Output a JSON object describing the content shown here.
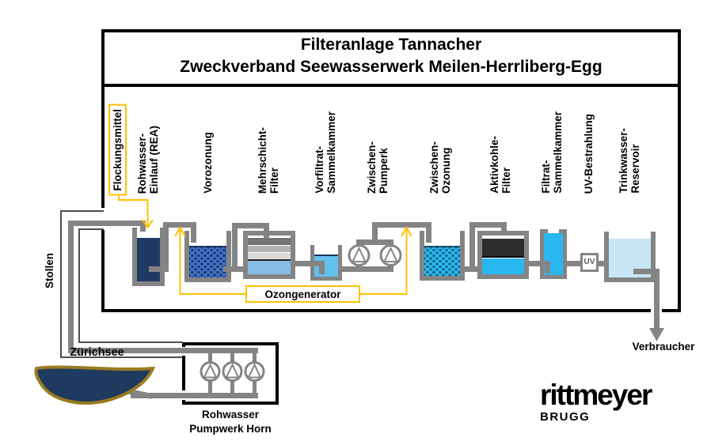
{
  "title": {
    "line1": "Filteranlage Tannacher",
    "line2": "Zweckverband Seewasserwerk Meilen-Herrliberg-Egg"
  },
  "stages": [
    {
      "line1": "Flockungsmittel"
    },
    {
      "line1": "Rohwasser-",
      "line2": "Einlauf (REA)"
    },
    {
      "line1": "Vorozonung"
    },
    {
      "line1": "Mehrschicht-",
      "line2": "Filter"
    },
    {
      "line1": "Vorfiltrat-",
      "line2": "Sammelkammer"
    },
    {
      "line1": "Zwischen-",
      "line2": "Pumperk"
    },
    {
      "line1": "Zwischen-",
      "line2": "Ozonung"
    },
    {
      "line1": "Aktivkohle-",
      "line2": "Filter"
    },
    {
      "line1": "Filtrat-",
      "line2": "Sammelkammer"
    },
    {
      "line1": "UV-Bestrahlung"
    },
    {
      "line1": "Trinkwasser-",
      "line2": "Reservoir"
    }
  ],
  "labels": {
    "ozongenerator": "Ozongenerator",
    "stollen": "Stollen",
    "lake": "Zürichsee",
    "pumpwerk_line1": "Rohwasser",
    "pumpwerk_line2": "Pumpwerk Horn",
    "verbraucher": "Verbraucher",
    "uv": "UV"
  },
  "logo": {
    "brand": "rittmeyer",
    "sub": "BRUGG"
  },
  "colors": {
    "accent_yellow": "#ffc000",
    "pipe_gray": "#848484",
    "raw_water_navy": "#1e3a63",
    "ozonated_blue": "#4070c8",
    "filtered_light_blue": "#87bde5",
    "clean_cyan": "#29b7ef",
    "reservoir_pale_blue": "#c7e7f7",
    "carbon_black": "#2d2d2d",
    "lake_outline_brown": "#9a7b21",
    "frame_black": "#000000"
  }
}
